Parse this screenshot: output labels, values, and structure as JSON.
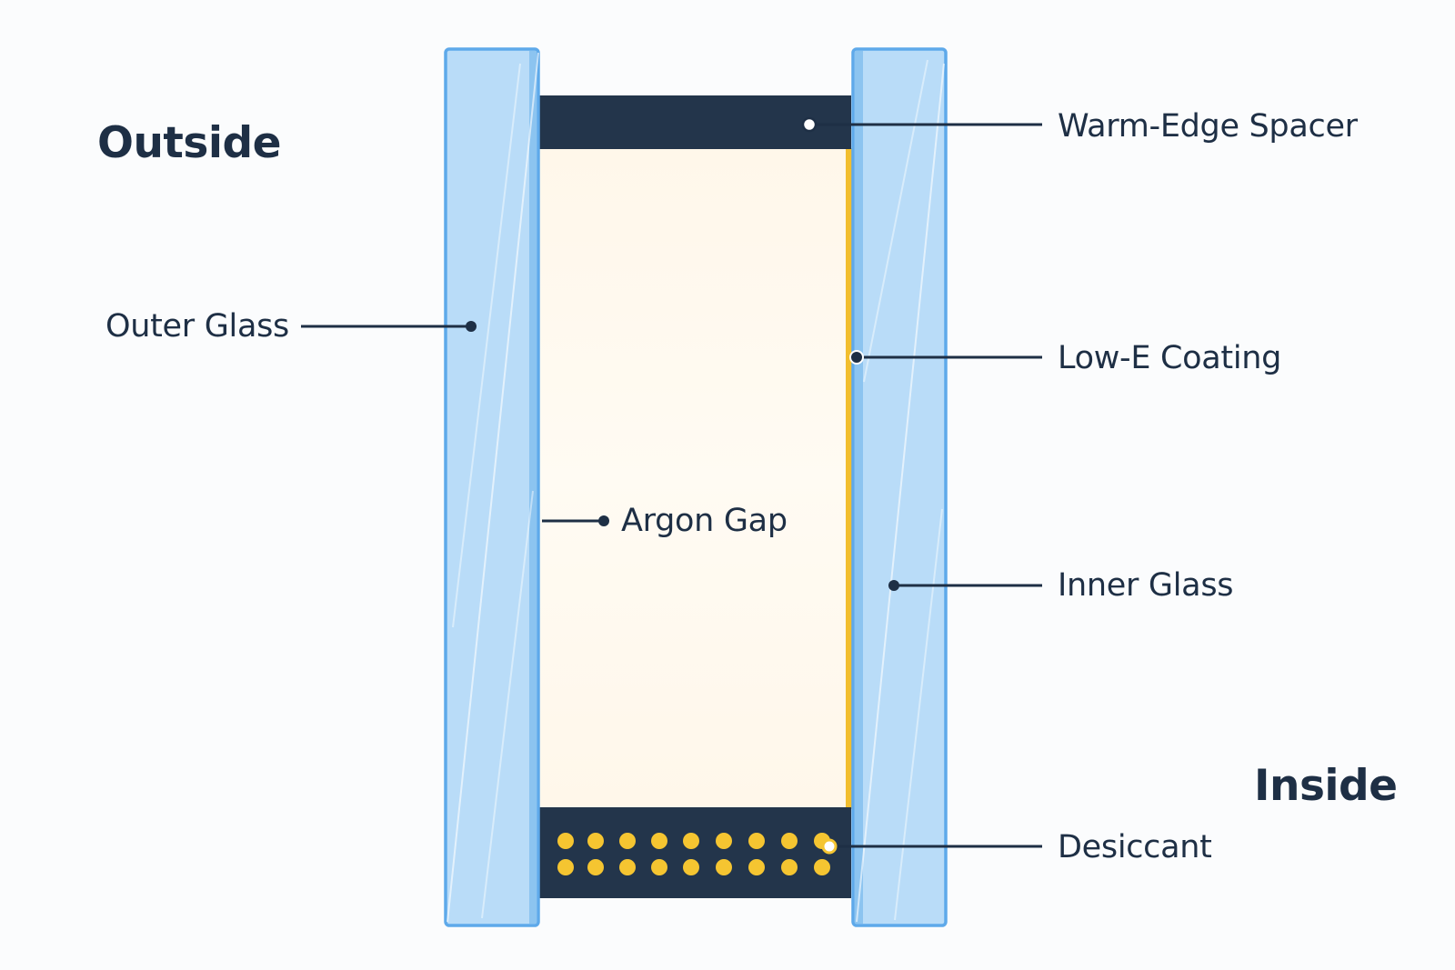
{
  "diagram": {
    "side_labels": {
      "outside": "Outside",
      "inside": "Inside"
    },
    "callouts": {
      "warm_edge_spacer": "Warm-Edge Spacer",
      "outer_glass": "Outer Glass",
      "low_e_coating": "Low-E Coating",
      "argon_gap": "Argon Gap",
      "inner_glass": "Inner Glass",
      "desiccant": "Desiccant"
    },
    "colors": {
      "glass_fill": "#b9dcf8",
      "glass_edge": "#5ea9ea",
      "spacer": "#23354b",
      "gap_fill": "#fffaf0",
      "coating": "#f2be2e",
      "desiccant_beads": "#f5c531",
      "text": "#1e2f45"
    }
  }
}
